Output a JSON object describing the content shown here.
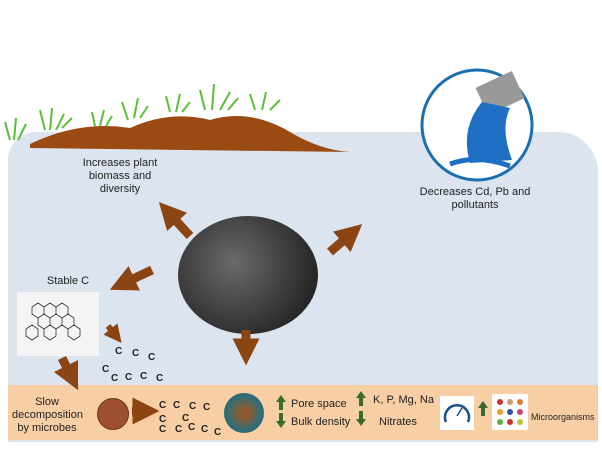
{
  "labels": {
    "plant": "Increases plant biomass and diversity",
    "pollutants": "Decreases Cd, Pb and pollutants",
    "stable_c": "Stable C",
    "decomposition": "Slow decomposition by microbes",
    "pore_space": "Pore space",
    "bulk_density": "Bulk density",
    "nutrients": "K, P, Mg, Na",
    "nitrates": "Nitrates",
    "microorganisms": "Microorganisms"
  },
  "carbon_symbol": "C",
  "colors": {
    "arrow": "#8b4513",
    "panel": "#dbe4ef",
    "band": "#f8cfa5",
    "green_arrow": "#3a6b2a"
  }
}
